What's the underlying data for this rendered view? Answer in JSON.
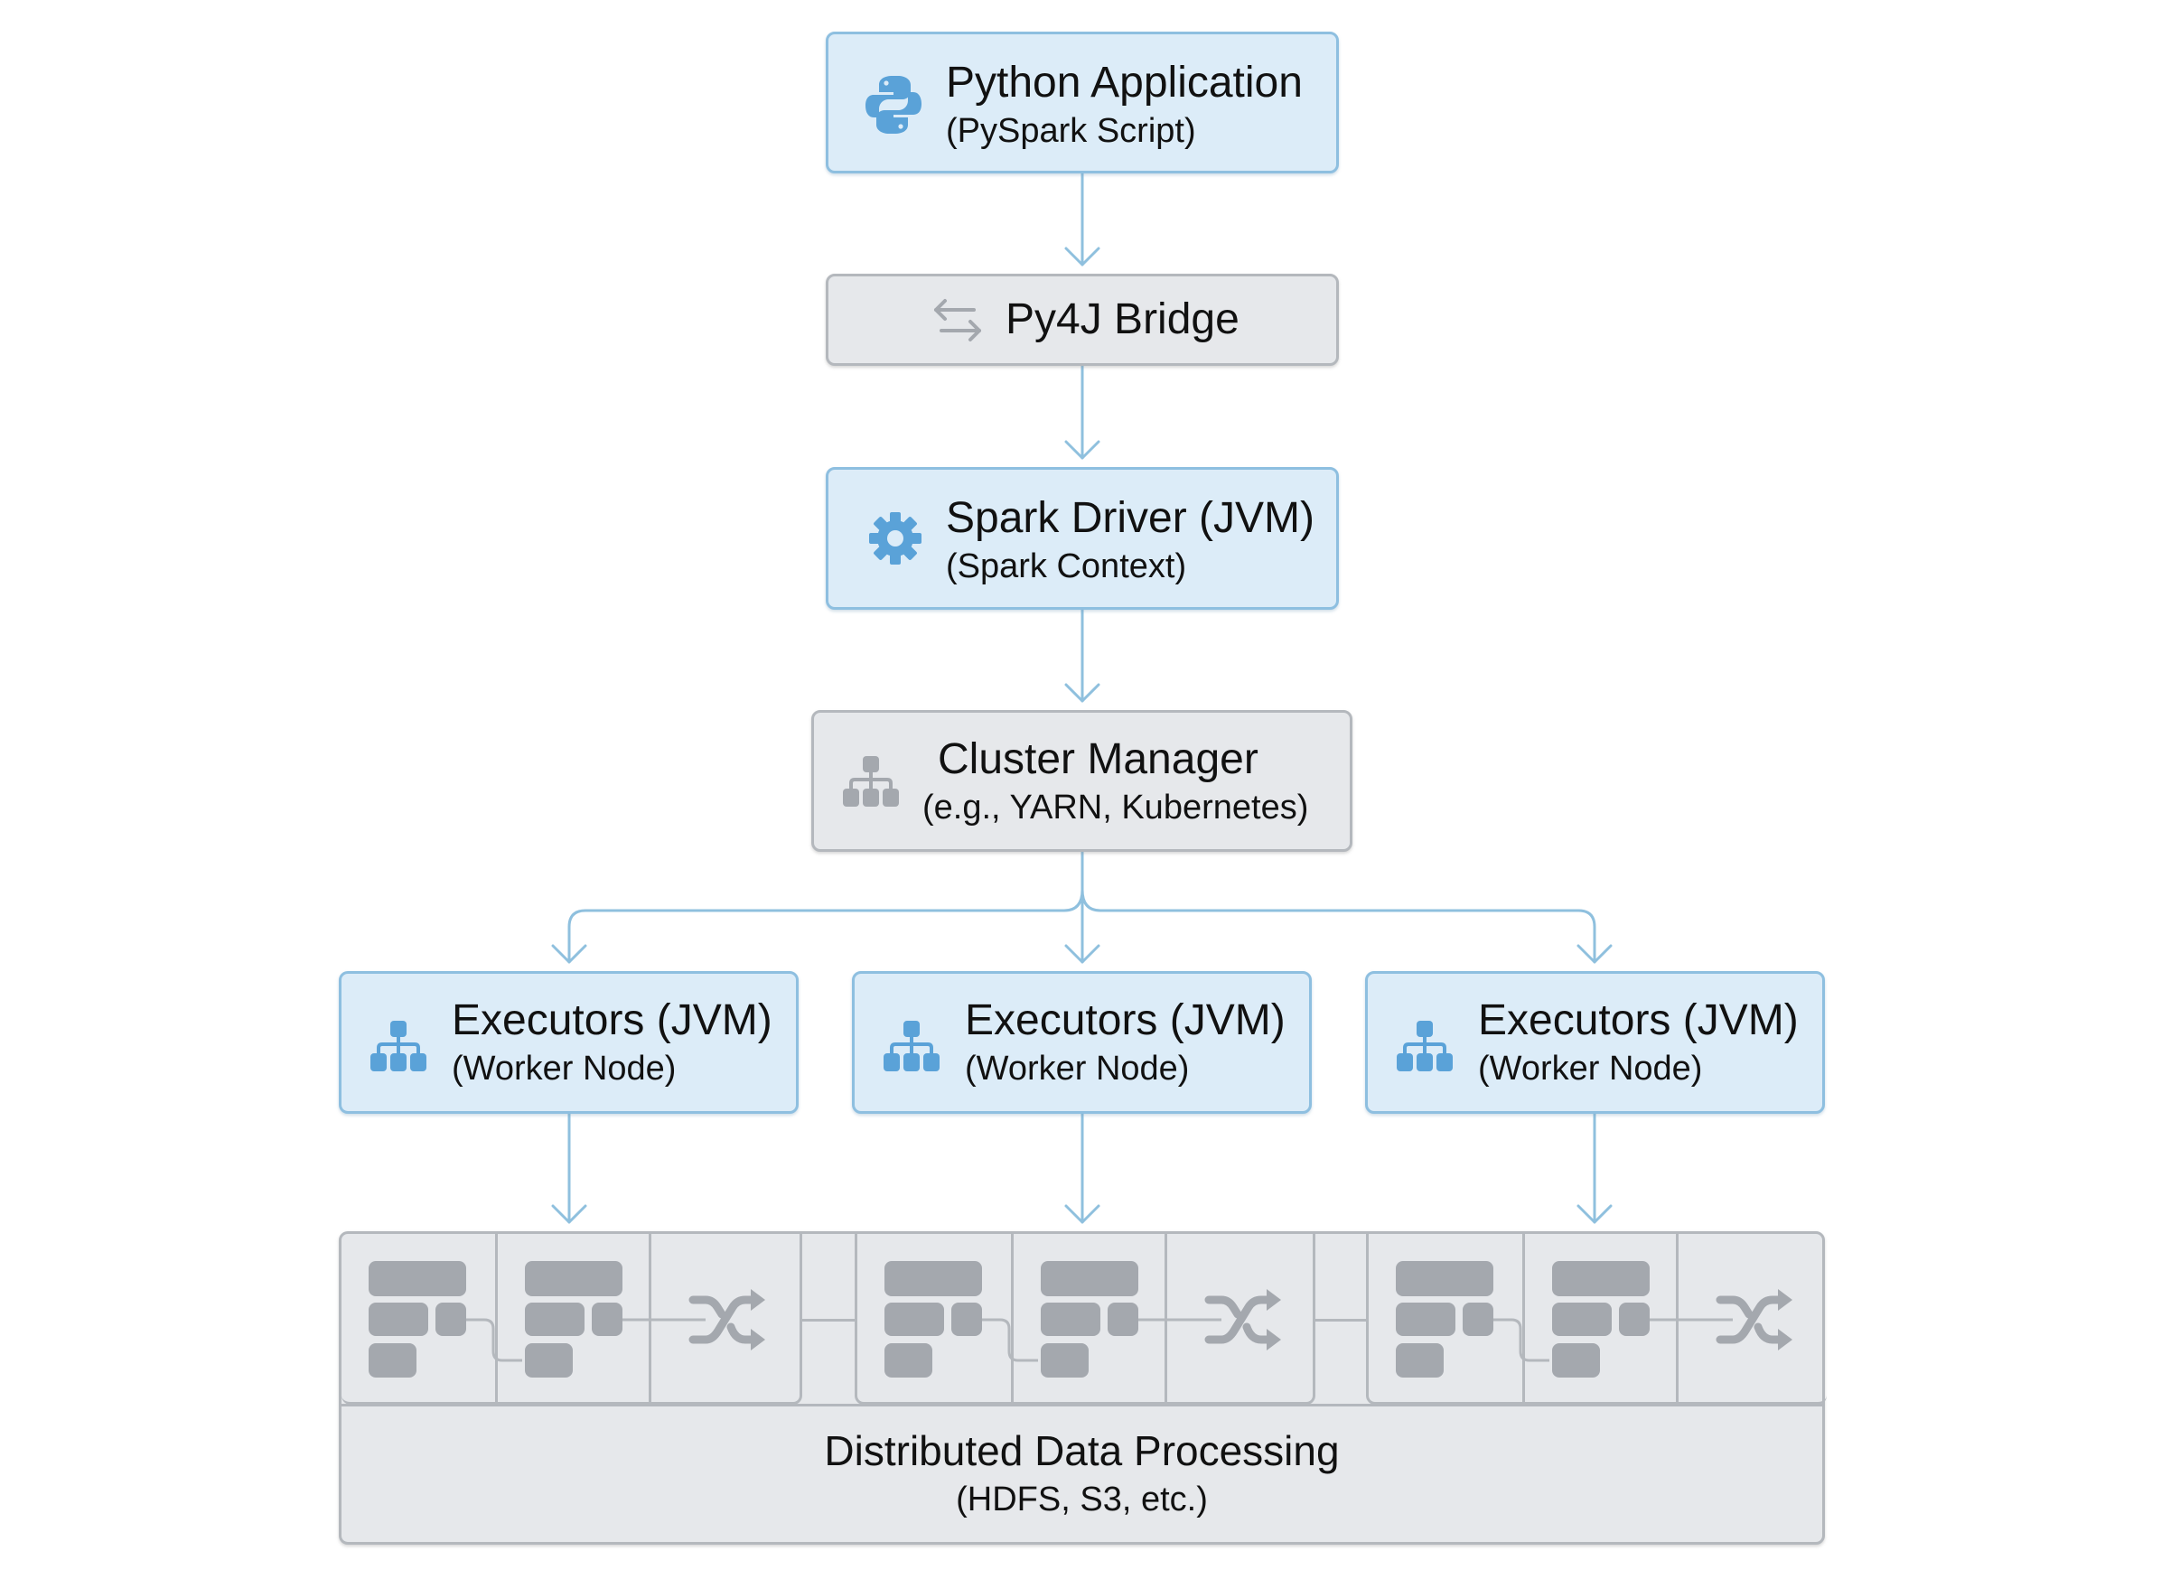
{
  "diagram": {
    "nodes": {
      "python_app": {
        "title": "Python Application",
        "subtitle": "(PySpark Script)",
        "icon": "python-logo-icon"
      },
      "py4j": {
        "title": "Py4J Bridge",
        "icon": "swap-arrows-icon"
      },
      "driver": {
        "title": "Spark Driver (JVM)",
        "subtitle": "(Spark Context)",
        "icon": "gear-icon"
      },
      "cluster_manager": {
        "title": "Cluster Manager",
        "subtitle": "(e.g., YARN, Kubernetes)",
        "icon": "hierarchy-icon"
      },
      "executors": [
        {
          "title": "Executors (JVM)",
          "subtitle": "(Worker Node)",
          "icon": "hierarchy-icon"
        },
        {
          "title": "Executors (JVM)",
          "subtitle": "(Worker Node)",
          "icon": "hierarchy-icon"
        },
        {
          "title": "Executors (JVM)",
          "subtitle": "(Worker Node)",
          "icon": "hierarchy-icon"
        }
      ],
      "storage": {
        "title": "Distributed Data Processing",
        "subtitle": "(HDFS, S3, etc.)",
        "partition_groups": 3,
        "cells_per_group": [
          "task-blocks",
          "task-blocks",
          "shuffle"
        ]
      }
    },
    "edges": [
      [
        "python_app",
        "py4j"
      ],
      [
        "py4j",
        "driver"
      ],
      [
        "driver",
        "cluster_manager"
      ],
      [
        "cluster_manager",
        "executor_1"
      ],
      [
        "cluster_manager",
        "executor_2"
      ],
      [
        "cluster_manager",
        "executor_3"
      ],
      [
        "executor_1",
        "storage"
      ],
      [
        "executor_2",
        "storage"
      ],
      [
        "executor_3",
        "storage"
      ]
    ],
    "colors": {
      "blue_fill": "#dcecf8",
      "blue_border": "#8ebfe0",
      "blue_icon": "#5aa2d8",
      "gray_fill": "#e6e8eb",
      "gray_border": "#b4b8bd",
      "gray_icon": "#a4a8ae",
      "connector": "#8fc0de"
    }
  }
}
